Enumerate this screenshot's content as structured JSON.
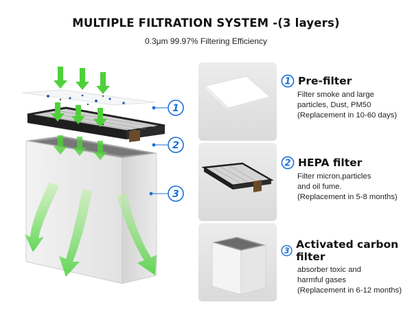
{
  "header": {
    "title": "MULTIPLE FILTRATION SYSTEM -(3 layers)",
    "subtitle": "0.3μm 99.97% Filtering Efficiency"
  },
  "diagram": {
    "callouts": [
      "1",
      "2",
      "3"
    ],
    "accent_color": "#1a6fd6",
    "arrow_color": "#5ed84a"
  },
  "filters": [
    {
      "number": "1",
      "name": "Pre-filter",
      "icon": "circled-number-1-icon",
      "lines": [
        "Filter smoke and large",
        "particles, Dust, PM50",
        "(Replacement in 10-60 days)"
      ]
    },
    {
      "number": "2",
      "name": "HEPA filter",
      "icon": "circled-number-2-icon",
      "lines": [
        "Filter micron,particles",
        "and oil fume.",
        "(Replacement in 5-8 months)"
      ]
    },
    {
      "number": "3",
      "name": "Activated carbon filter",
      "icon": "circled-number-3-icon",
      "lines": [
        "absorber toxic and",
        "harmful gases",
        "(Replacement in 6-12 months)"
      ]
    }
  ]
}
